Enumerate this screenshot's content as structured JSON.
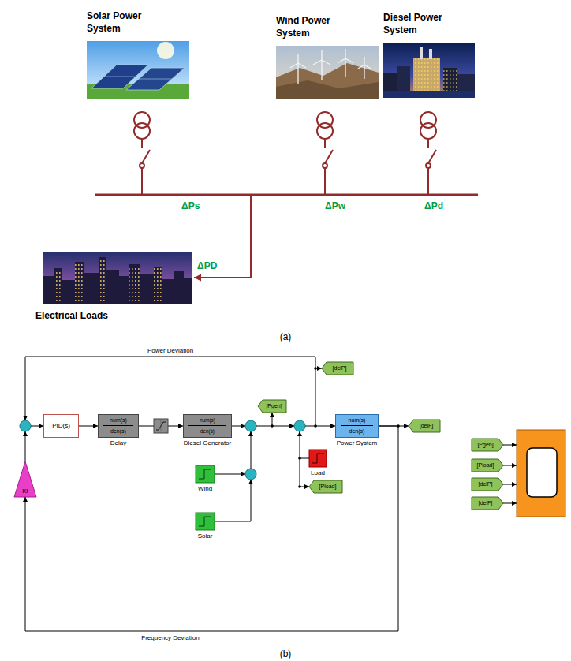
{
  "diagram": {
    "nodes": [
      {
        "text": [
          "Solar Power System"
        ]
      },
      {
        "text": [
          "Wind Power System"
        ]
      },
      {
        "text": [
          "Diesel Power System"
        ]
      },
      {
        "text": [
          "Electrical Loads"
        ]
      },
      {
        "text": [
          "PID(s)"
        ]
      },
      {
        "text": [
          "num(s)",
          "den(s)",
          "Delay"
        ]
      },
      {
        "text": [
          "num(s)",
          "den(s)",
          "Diesel Generator"
        ]
      },
      {
        "text": [
          "[Pgen]"
        ]
      },
      {
        "text": [
          "Wind"
        ]
      },
      {
        "text": [
          "Solar"
        ]
      },
      {
        "text": [
          "[delP]"
        ]
      },
      {
        "text": [
          "num(s)",
          "den(s)",
          "Power System"
        ]
      },
      {
        "text": [
          "[delF]"
        ]
      },
      {
        "text": [
          "Load"
        ]
      },
      {
        "text": [
          "[Pload]"
        ]
      },
      {
        "text": [
          "Kf"
        ]
      },
      {
        "text": [
          "[Pgen]"
        ]
      },
      {
        "text": [
          "[Pload]"
        ]
      },
      {
        "text": [
          "[delP]"
        ]
      },
      {
        "text": [
          "[delF]"
        ]
      }
    ],
    "edges": [
      {
        "from": 4,
        "to": 5,
        "arrow": "to"
      },
      {
        "from": 5,
        "to": 6,
        "arrow": "to"
      },
      {
        "from": 11,
        "to": 12,
        "arrow": "to"
      },
      {
        "from": 11,
        "to": 15,
        "arrow": "to",
        "label": "Frequency Deviation"
      }
    ],
    "labels": [
      "ΔPs",
      "ΔPw",
      "ΔPd",
      "ΔPD",
      "(a)",
      "Power Deviation",
      "(b)"
    ]
  }
}
